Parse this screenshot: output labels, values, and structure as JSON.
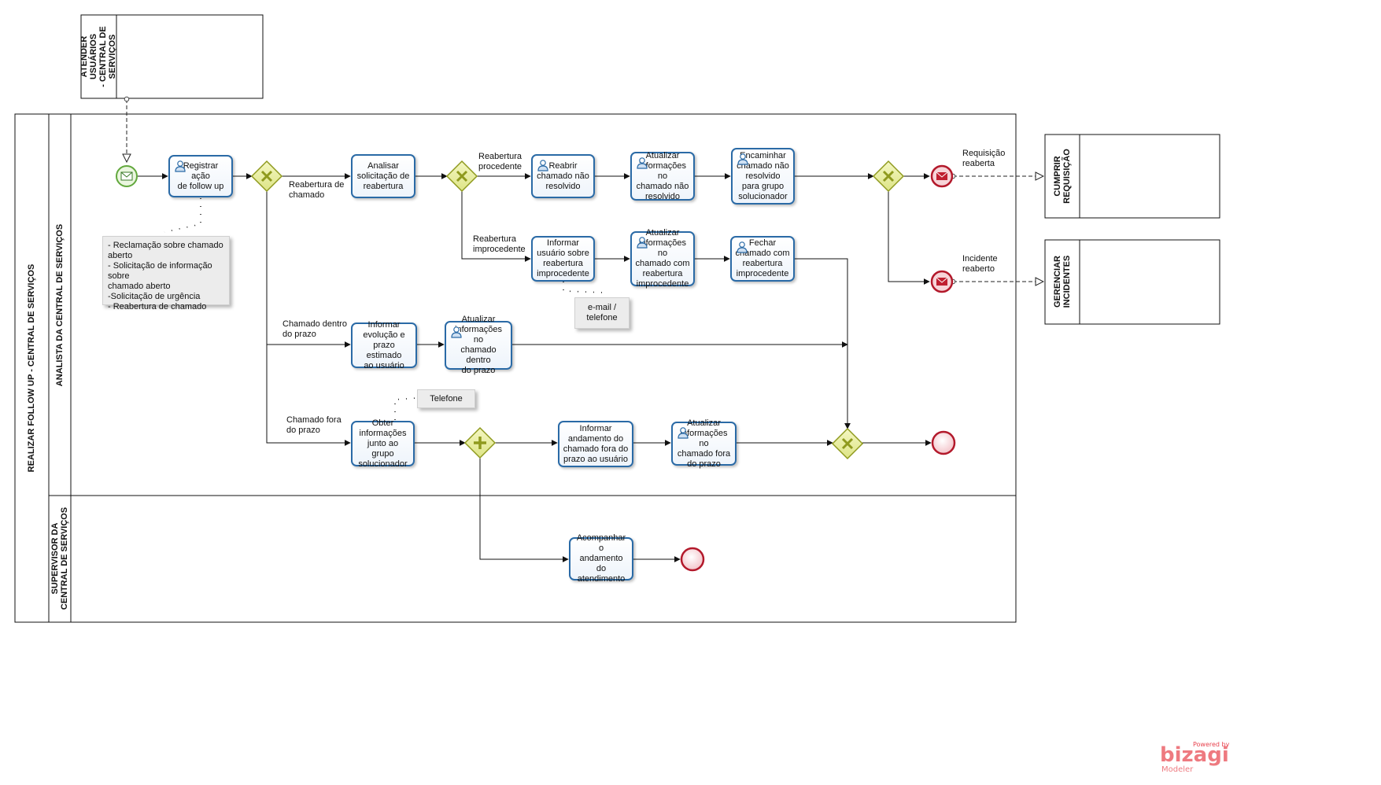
{
  "pools": [
    {
      "id": "atender",
      "title": "ATENDER USUÁRIOS\n- CENTRAL DE\nSERVIÇOS"
    },
    {
      "id": "main",
      "title": "REALIZAR FOLLOW UP - CENTRAL DE SERVIÇOS",
      "lanes": [
        {
          "id": "analista",
          "title": "ANALISTA DA CENTRAL DE SERVIÇOS"
        },
        {
          "id": "supervisor",
          "title": "SUPERVISOR DA\nCENTRAL DE SERVIÇOS"
        }
      ]
    },
    {
      "id": "cumprir",
      "title": "CUMPRIR\nREQUISIÇÃO"
    },
    {
      "id": "gerenciar",
      "title": "GERENCIAR\nINCIDENTES"
    }
  ],
  "tasks": [
    {
      "id": "t1",
      "lines": [
        "Registrar ação",
        "de follow up"
      ]
    },
    {
      "id": "t2",
      "lines": [
        "Analisar",
        "solicitação de",
        "reabertura"
      ]
    },
    {
      "id": "t3",
      "lines": [
        "Reabrir",
        "chamado não",
        "resolvido"
      ]
    },
    {
      "id": "t4",
      "lines": [
        "Atualizar",
        "informações no",
        "chamado não",
        "resolvido"
      ]
    },
    {
      "id": "t5",
      "lines": [
        "Encaminhar",
        "chamado não",
        "resolvido",
        "para grupo",
        "solucionador"
      ]
    },
    {
      "id": "t6",
      "lines": [
        "Informar",
        "usuário  sobre",
        "reabertura",
        "improcedente"
      ]
    },
    {
      "id": "t7",
      "lines": [
        "Atualizar",
        "informações no",
        "chamado com",
        "reabertura",
        "improcedente"
      ]
    },
    {
      "id": "t8",
      "lines": [
        "Fechar",
        "chamado com",
        "reabertura",
        "improcedente"
      ]
    },
    {
      "id": "t9",
      "lines": [
        "Informar",
        "evolução e",
        "prazo estimado",
        "ao usuário"
      ]
    },
    {
      "id": "t10",
      "lines": [
        "Atualizar",
        "informações no",
        "chamado dentro",
        "do prazo"
      ]
    },
    {
      "id": "t11",
      "lines": [
        "Obter",
        "informações",
        "junto ao grupo",
        "solucionador"
      ]
    },
    {
      "id": "t12",
      "lines": [
        "Informar",
        "andamento do",
        "chamado fora do",
        "prazo ao usuário"
      ]
    },
    {
      "id": "t13",
      "lines": [
        "Atualizar",
        "informações no",
        "chamado fora",
        "do prazo"
      ]
    },
    {
      "id": "t14",
      "lines": [
        "Acompanhar o",
        "andamento do",
        "atendimento"
      ]
    }
  ],
  "flow_labels": {
    "reabertura_chamado": "Reabertura de\nchamado",
    "reabertura_procedente": "Reabertura\nprocedente",
    "reabertura_improcedente": "Reabertura\nimprocedente",
    "dentro_prazo": "Chamado dentro\ndo prazo",
    "fora_prazo": "Chamado fora\ndo prazo",
    "requisicao_reaberta": "Requisição\nreaberta",
    "incidente_reaberto": "Incidente\nreaberto"
  },
  "annotations": {
    "n1": "- Reclamação sobre chamado\naberto\n- Solicitação de informação sobre\nchamado aberto\n-Solicitação de urgência\n- Reabertura de chamado",
    "n2": "e-mail /\ntelefone",
    "n3": "Telefone"
  },
  "logo": {
    "powered": "Powered by",
    "name": "bizagi",
    "sub": "Modeler"
  },
  "colors": {
    "task_border": "#2a6aa6",
    "gateway_fill": "#e9ee9a",
    "gateway_border": "#8f9a1e",
    "start_border": "#62a83d",
    "end_border": "#b3192b",
    "end_fill": "#f7d4d8",
    "message_fill": "#c01f30",
    "logo": "#e8434e"
  }
}
